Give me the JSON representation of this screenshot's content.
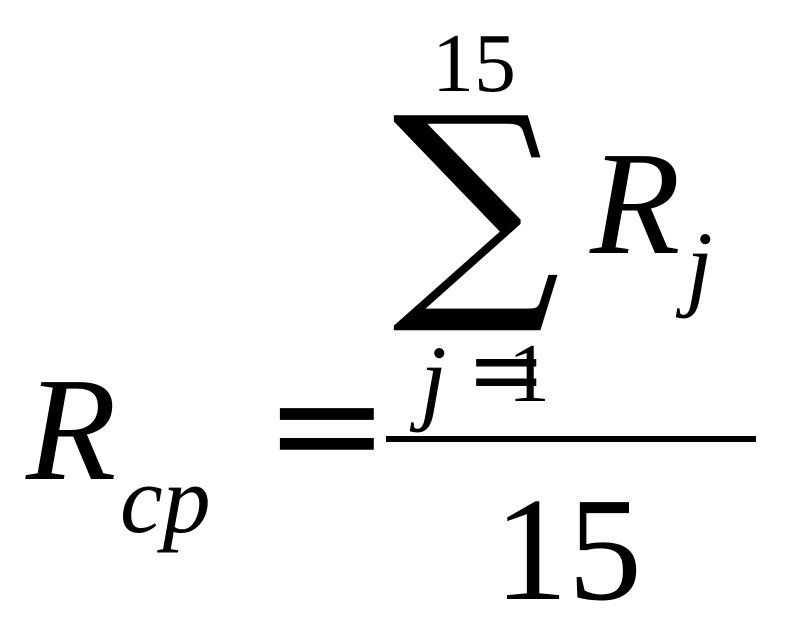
{
  "formula": {
    "lhs": {
      "symbol": "R",
      "subscript": "cp"
    },
    "relation": "=",
    "numerator": {
      "operator": "∑",
      "upper_limit": "15",
      "lower_limit": {
        "variable": "j",
        "relation": "=",
        "value": "1"
      },
      "term": {
        "symbol": "R",
        "subscript": "j"
      }
    },
    "denominator": "15"
  }
}
